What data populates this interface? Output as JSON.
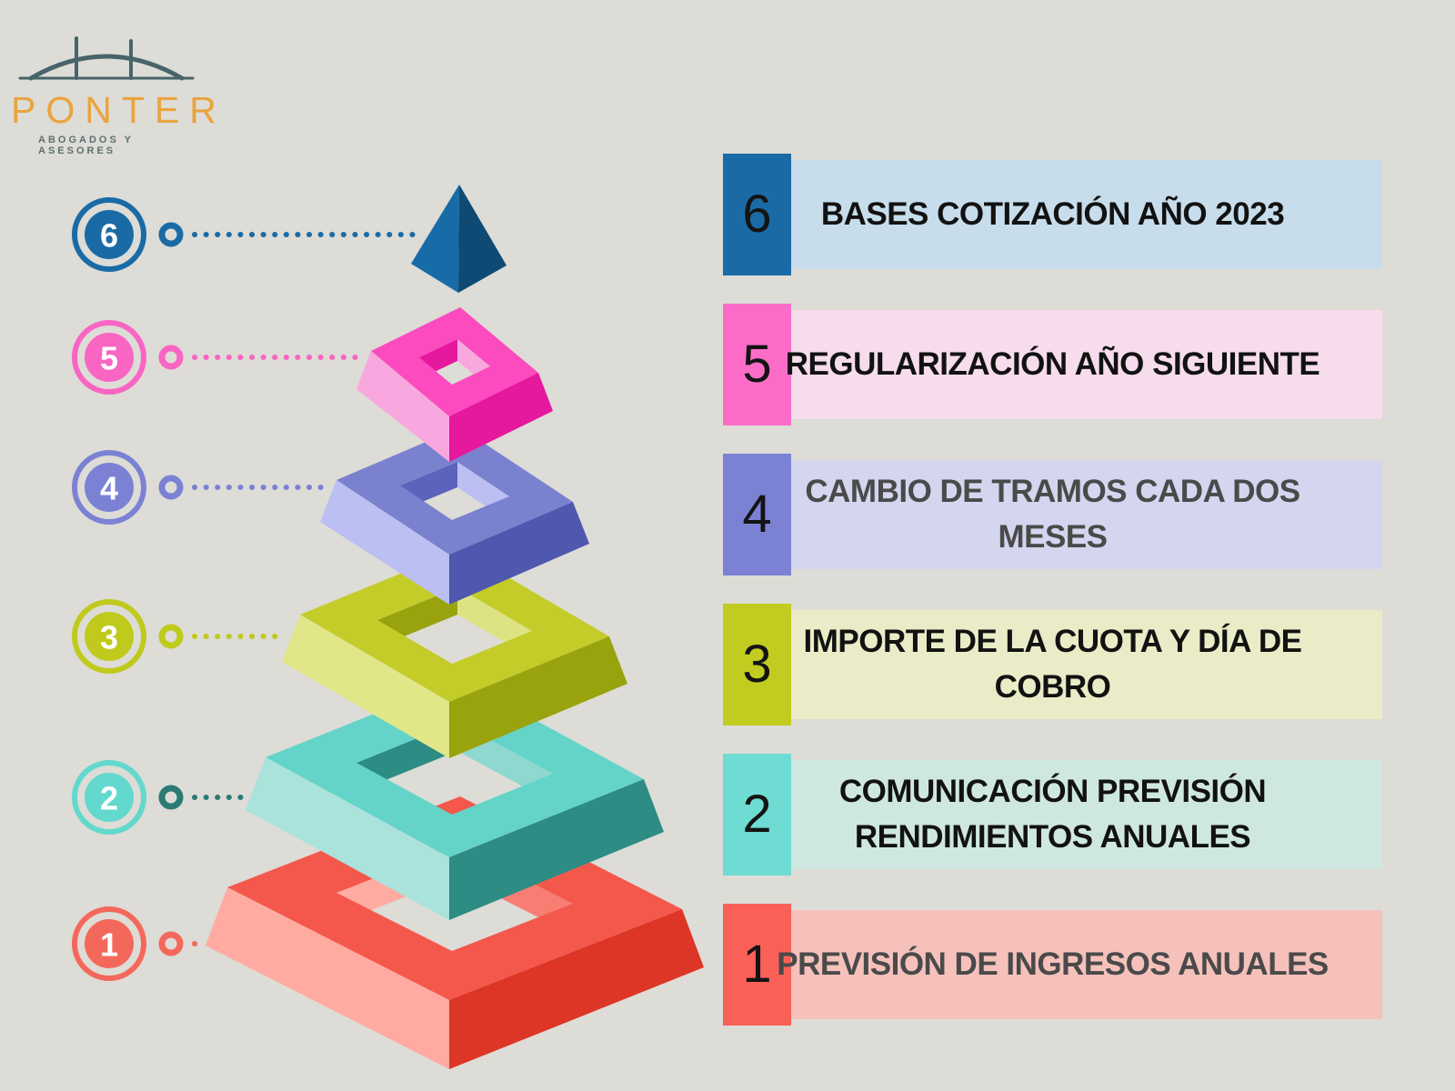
{
  "background": "#dddcd6",
  "logo": {
    "name": "PONTER",
    "tagline": "ABOGADOS Y ASESORES",
    "name_color": "#e9a43e",
    "tagline_color": "#5f7070",
    "icon_color": "#47646a"
  },
  "steps": [
    {
      "num": "6",
      "lines": [
        "BASES COTIZACIÓN AÑO 2023"
      ],
      "block": "#1a6ba5",
      "bar": "#c7ddeb",
      "text": "#121212"
    },
    {
      "num": "5",
      "lines": [
        "REGULARIZACIÓN AÑO SIGUIENTE"
      ],
      "block": "#fb6cc8",
      "bar": "#f6dcec",
      "text": "#121212"
    },
    {
      "num": "4",
      "lines": [
        "CAMBIO DE TRAMOS CADA DOS",
        "MESES"
      ],
      "block": "#7b82d4",
      "bar": "#d4d6ef",
      "text": "#4a4a4a"
    },
    {
      "num": "3",
      "lines": [
        "IMPORTE DE LA CUOTA Y DÍA DE",
        "COBRO"
      ],
      "block": "#c2cc20",
      "bar": "#e9ecc6",
      "text": "#121212"
    },
    {
      "num": "2",
      "lines": [
        "COMUNICACIÓN PREVISIÓN",
        "RENDIMIENTOS ANUALES"
      ],
      "block": "#6edcd2",
      "bar": "#cfe7e1",
      "text": "#121212"
    },
    {
      "num": "1",
      "lines": [
        "PREVISIÓN DE INGRESOS ANUALES"
      ],
      "block": "#f96158",
      "bar": "#f6c1bb",
      "text": "#4a4a4a"
    }
  ],
  "markers": [
    {
      "num": "6",
      "color": "#1a6ba5",
      "dot_color": "#1a6ba5"
    },
    {
      "num": "5",
      "color": "#f865c3",
      "dot_color": "#f865c3"
    },
    {
      "num": "4",
      "color": "#7b82d4",
      "dot_color": "#7b82d4"
    },
    {
      "num": "3",
      "color": "#bfca1d",
      "dot_color": "#bfca1d"
    },
    {
      "num": "2",
      "color": "#63d8cd",
      "dot_color": "#2b7a74"
    },
    {
      "num": "1",
      "color": "#f4685c",
      "dot_color": "#f4685c"
    }
  ],
  "pyramid": {
    "cap": {
      "left": "#176ba6",
      "right": "#0e4a73"
    },
    "layers": [
      {
        "name": "layer-5-pink",
        "top": "#fb4bbe",
        "light": "#f8a8de",
        "dark": "#e6189e",
        "wall_left": "#e6189e",
        "wall_right": "#f8a8de"
      },
      {
        "name": "layer-4-violet",
        "top": "#7a81cf",
        "light": "#bbbff2",
        "dark": "#4f57ae",
        "wall_left": "#5b63bb",
        "wall_right": "#bbbff2"
      },
      {
        "name": "layer-3-lime",
        "top": "#c3cc29",
        "light": "#e1e689",
        "dark": "#99a30d",
        "wall_left": "#99a30d",
        "wall_right": "#dde383"
      },
      {
        "name": "layer-2-teal",
        "top": "#64d4c9",
        "light": "#a9e3dc",
        "dark": "#2d8c84",
        "wall_left": "#2d8c84",
        "wall_right": "#8fd8cf"
      },
      {
        "name": "layer-1-red",
        "top": "#f4584c",
        "light": "#ffaba2",
        "dark": "#dd3526",
        "wall_left": "#ffaba2",
        "wall_right": "#f87d72"
      }
    ]
  }
}
